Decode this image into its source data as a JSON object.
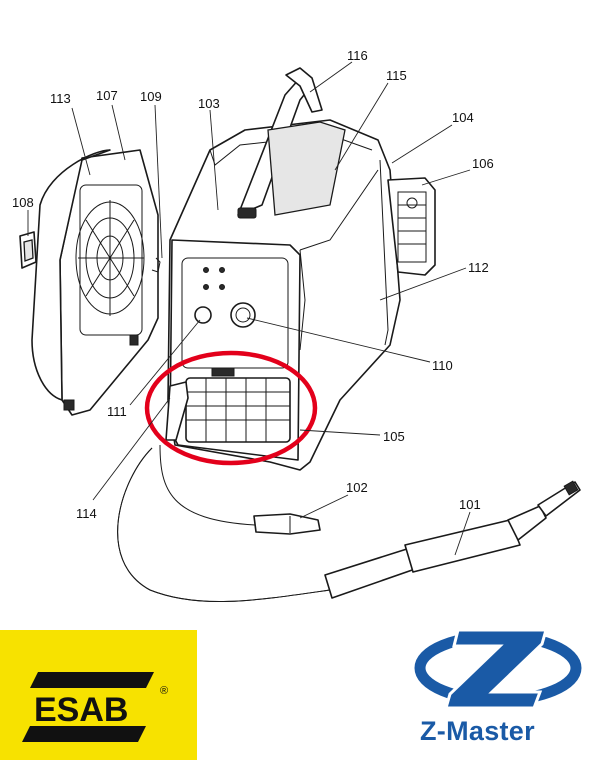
{
  "diagram": {
    "part_numbers": [
      "101",
      "102",
      "103",
      "104",
      "105",
      "106",
      "107",
      "108",
      "109",
      "110",
      "111",
      "112",
      "113",
      "114",
      "115",
      "116"
    ],
    "highlight_color": "#e3001b"
  },
  "logos": {
    "esab": {
      "text": "ESAB",
      "mark": "®",
      "background": "#f7e200"
    },
    "zmaster": {
      "text": "Z-Master",
      "color": "#1a5aa6"
    }
  }
}
